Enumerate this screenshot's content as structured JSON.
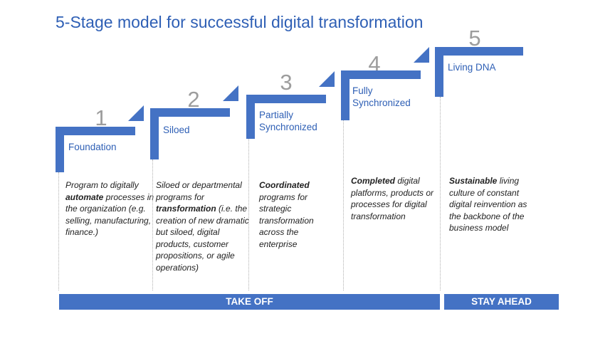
{
  "title": "5-Stage model for successful digital transformation",
  "stages": [
    {
      "number": "1",
      "label": "Foundation",
      "description": [
        {
          "text": "Program to digitally ",
          "bold": false
        },
        {
          "text": "automate",
          "bold": true
        },
        {
          "text": " processes in the organization (e.g. selling, manufacturing, finance.)",
          "bold": false
        }
      ]
    },
    {
      "number": "2",
      "label": "Siloed",
      "description": [
        {
          "text": "Siloed or departmental programs for ",
          "bold": false
        },
        {
          "text": "transformation",
          "bold": true
        },
        {
          "text": " (i.e. the creation of new dramatic but siloed, digital products, customer propositions, or agile operations)",
          "bold": false
        }
      ]
    },
    {
      "number": "3",
      "label": "Partially Synchronized",
      "description": [
        {
          "text": "Coordinated",
          "bold": true
        },
        {
          "text": " programs for strategic transformation across the enterprise",
          "bold": false
        }
      ]
    },
    {
      "number": "4",
      "label": "Fully Synchronized",
      "description": [
        {
          "text": "Completed",
          "bold": true
        },
        {
          "text": " digital platforms, products or processes for digital transformation",
          "bold": false
        }
      ]
    },
    {
      "number": "5",
      "label": "Living DNA",
      "description": [
        {
          "text": "Sustainable",
          "bold": true
        },
        {
          "text": " living culture of constant digital reinvention as the backbone of the business model",
          "bold": false
        }
      ]
    }
  ],
  "phases": [
    {
      "label": "TAKE OFF"
    },
    {
      "label": "STAY AHEAD"
    }
  ],
  "colors": {
    "accent": "#4472c4",
    "title": "#2e5fb5",
    "number": "#9d9d9d"
  }
}
